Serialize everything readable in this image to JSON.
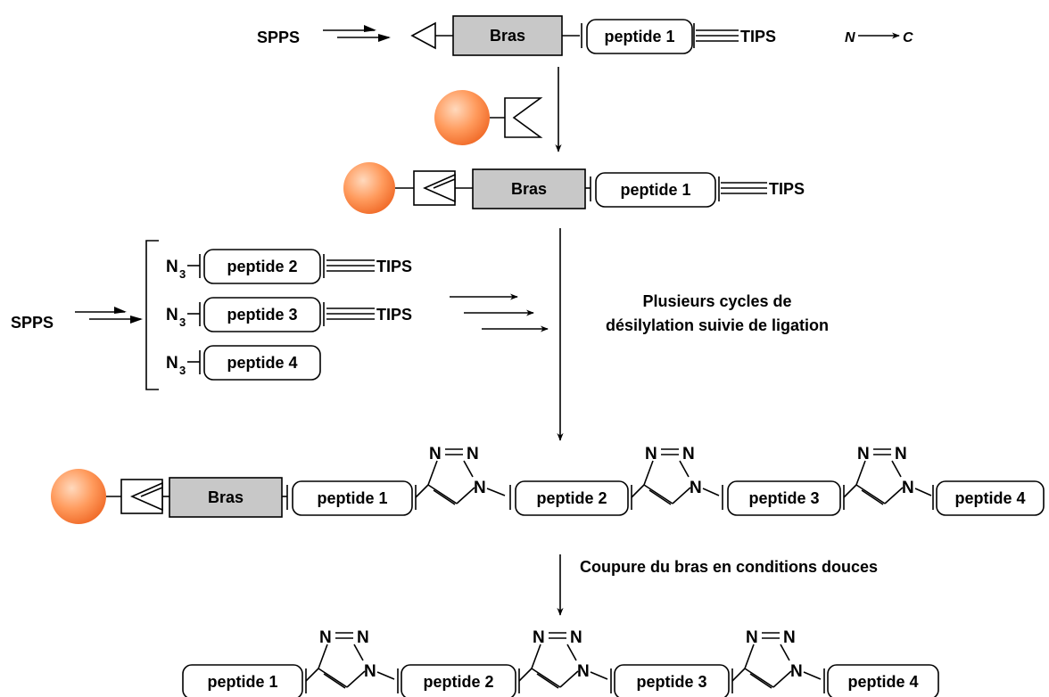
{
  "labels": {
    "spps": "SPPS",
    "bras": "Bras",
    "tips": "TIPS",
    "n_term": "N",
    "c_term": "C",
    "azide_n": "N",
    "azide_sub": "3",
    "triazole_n": "N",
    "peptide_1": "peptide 1",
    "peptide_2": "peptide 2",
    "peptide_3": "peptide 3",
    "peptide_4": "peptide 4",
    "cycles_line1": "Plusieurs cycles de",
    "cycles_line2": "désilylation suivie de ligation",
    "cleavage": "Coupure du bras en conditions douces"
  },
  "colors": {
    "bead_light": "#ffd9bd",
    "bead_mid": "#ff9a5c",
    "bead_dark": "#f06a28",
    "bras_fill": "#c8c8c8"
  }
}
